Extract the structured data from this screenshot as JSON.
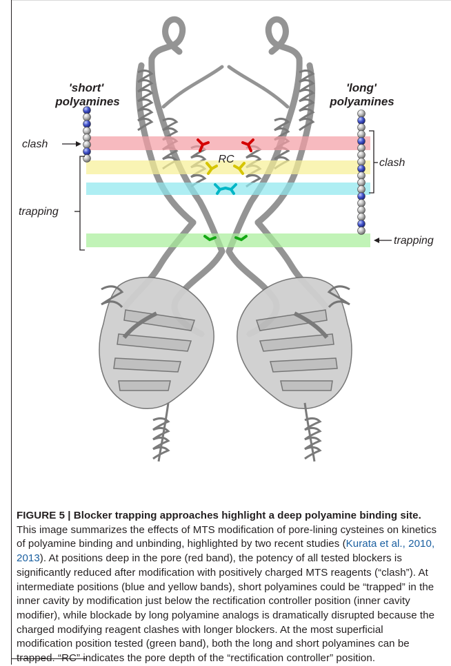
{
  "figure": {
    "labels": {
      "short_quote": "'short'",
      "short_word": "polyamines",
      "long_quote": "'long'",
      "long_word": "polyamines",
      "clash_left": "clash",
      "clash_right": "clash",
      "trapping_left": "trapping",
      "trapping_right": "trapping",
      "rc": "RC"
    },
    "band_colors": {
      "red": "#f4a0a6",
      "yellow": "#f7f097",
      "cyan": "#8fe7ee",
      "green": "#a9ef9b"
    }
  },
  "caption": {
    "label": "FIGURE 5 | Blocker trapping approaches highlight a deep polyamine binding site.",
    "text_before_cite": " This image summarizes the effects of MTS modification of pore-lining cysteines on kinetics of polyamine binding and unbinding, highlighted by two recent studies (",
    "citation": "Kurata et al., 2010, 2013",
    "text_after_cite": "). At positions deep in the pore (red band), the potency of all tested blockers is significantly reduced after modification with positively charged MTS reagents (“clash”). At intermediate positions (blue and yellow bands), short polyamines could be “trapped” in the inner cavity by modification just below the rectification controller position (inner cavity modifier), while blockade by long polyamine analogs is dramatically disrupted because the charged modifying reagent clashes with longer blockers. At the most superficial modification position tested (green band), both the long and short polyamines can be trapped. “RC” indicates the pore depth of the “rectification controller” position."
  }
}
